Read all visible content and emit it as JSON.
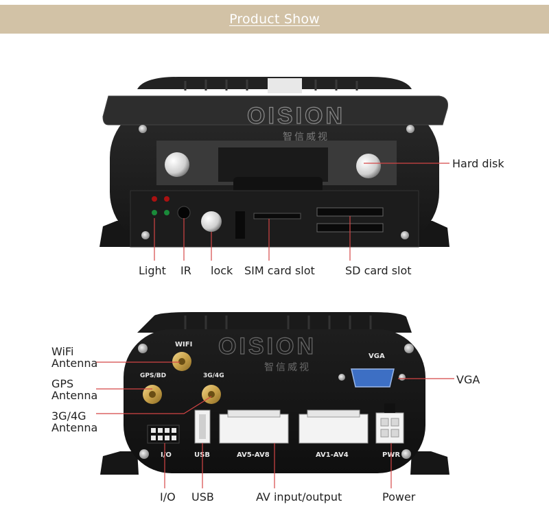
{
  "header": {
    "title": "Product Show",
    "background_color": "#d2c2a6",
    "text_color": "#ffffff"
  },
  "front_view": {
    "brand_logo_text": "OISION",
    "brand_sub_text": "智信威视",
    "callouts": {
      "hard_disk": "Hard disk",
      "light": "Light",
      "ir": "IR",
      "lock": "lock",
      "sim_card_slot": "SIM card slot",
      "sd_card_slot": "SD card slot"
    }
  },
  "rear_view": {
    "brand_logo_text": "OISION",
    "brand_sub_text": "智信威视",
    "panel_labels": {
      "wifi": "WIFI",
      "gps_bd": "GPS/BD",
      "g3g4": "3G/4G",
      "vga": "VGA",
      "io": "I/O",
      "usb": "USB",
      "av5_av8": "AV5-AV8",
      "av1_av4": "AV1-AV4",
      "pwr": "PWR"
    },
    "callouts": {
      "wifi_line1": "WiFi",
      "wifi_line2": "Antenna",
      "gps_line1": "GPS",
      "gps_line2": "Antenna",
      "g3g4_line1": "3G/4G",
      "g3g4_line2": "Antenna",
      "vga": "VGA",
      "io": "I/O",
      "usb": "USB",
      "av": "AV input/output",
      "power": "Power"
    }
  },
  "colors": {
    "callout_line": "#d44545",
    "device_body": "#1b1b1b",
    "connector_gold": "#c9a24a",
    "vga_blue": "#3d6fc4"
  }
}
